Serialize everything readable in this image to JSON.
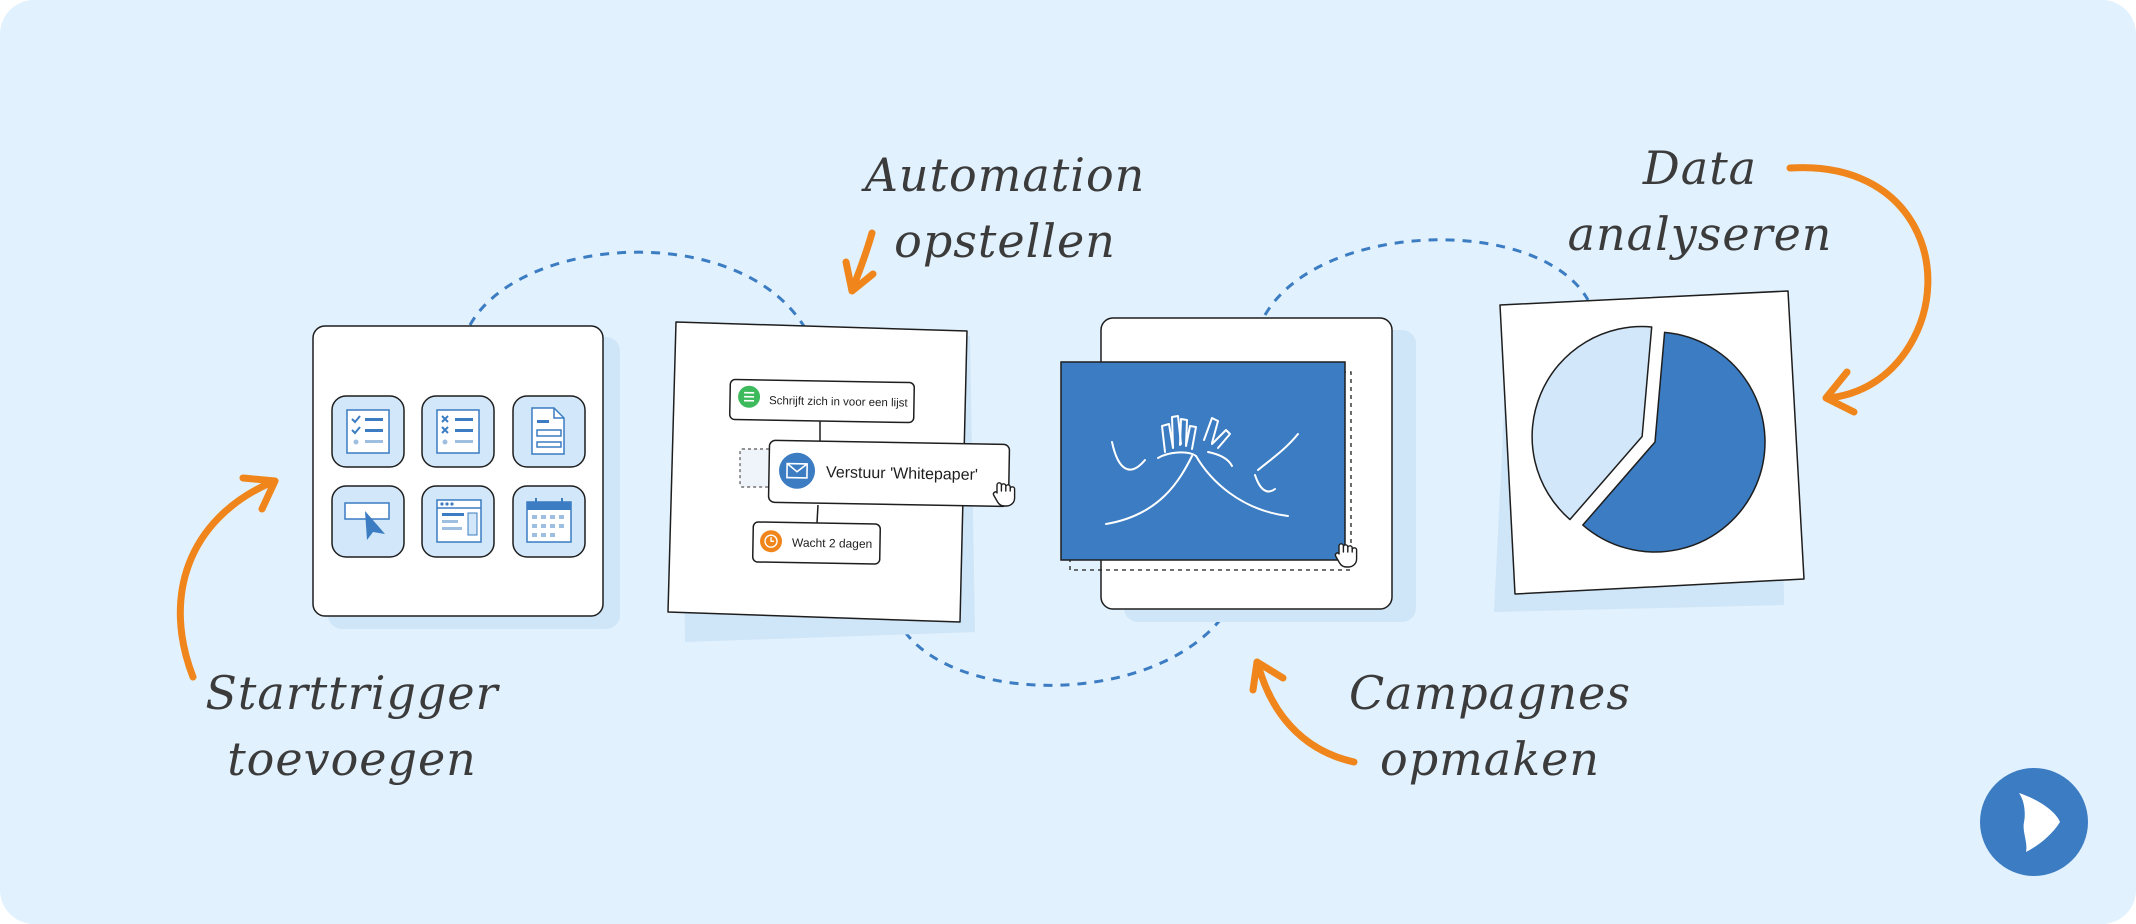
{
  "colors": {
    "background": "#e1f1fd",
    "card": "#ffffff",
    "card_shadow": "#cfe5f8",
    "accent_blue": "#3b7cc2",
    "light_blue": "#d2e7f9",
    "arrow_orange": "#f0861b",
    "text_dark": "#3b3b3b",
    "node_green": "#3dbb5c",
    "node_orange": "#f0861b"
  },
  "steps": [
    {
      "id": "starttrigger",
      "label_line1": "Starttrigger",
      "label_line2": "toevoegen",
      "icon": "trigger-grid-icon"
    },
    {
      "id": "automation",
      "label_line1": "Automation",
      "label_line2": "opstellen",
      "icon": "workflow-icon"
    },
    {
      "id": "campagnes",
      "label_line1": "Campagnes",
      "label_line2": "opmaken",
      "icon": "campaign-image-icon"
    },
    {
      "id": "data",
      "label_line1": "Data",
      "label_line2": "analyseren",
      "icon": "pie-chart-icon"
    }
  ],
  "trigger_tiles": [
    {
      "icon": "checklist-icon"
    },
    {
      "icon": "crosslist-icon"
    },
    {
      "icon": "document-icon"
    },
    {
      "icon": "cursor-click-icon"
    },
    {
      "icon": "webpage-icon"
    },
    {
      "icon": "calendar-icon"
    }
  ],
  "workflow": {
    "node1": {
      "text": "Schrijft zich in voor een lijst",
      "icon": "list-icon"
    },
    "node2": {
      "text": "Verstuur 'Whitepaper'",
      "icon": "envelope-icon"
    },
    "node3": {
      "text": "Wacht 2 dagen",
      "icon": "clock-icon"
    }
  },
  "campaign": {
    "icon": "high-five-icon"
  },
  "chart_data": {
    "type": "pie",
    "values": [
      60,
      40
    ],
    "colors": [
      "#3b7cc2",
      "#d2e7f9"
    ],
    "start_angle": 5,
    "exploded_index": 1
  },
  "brand": {
    "icon": "brand-logo-icon"
  }
}
